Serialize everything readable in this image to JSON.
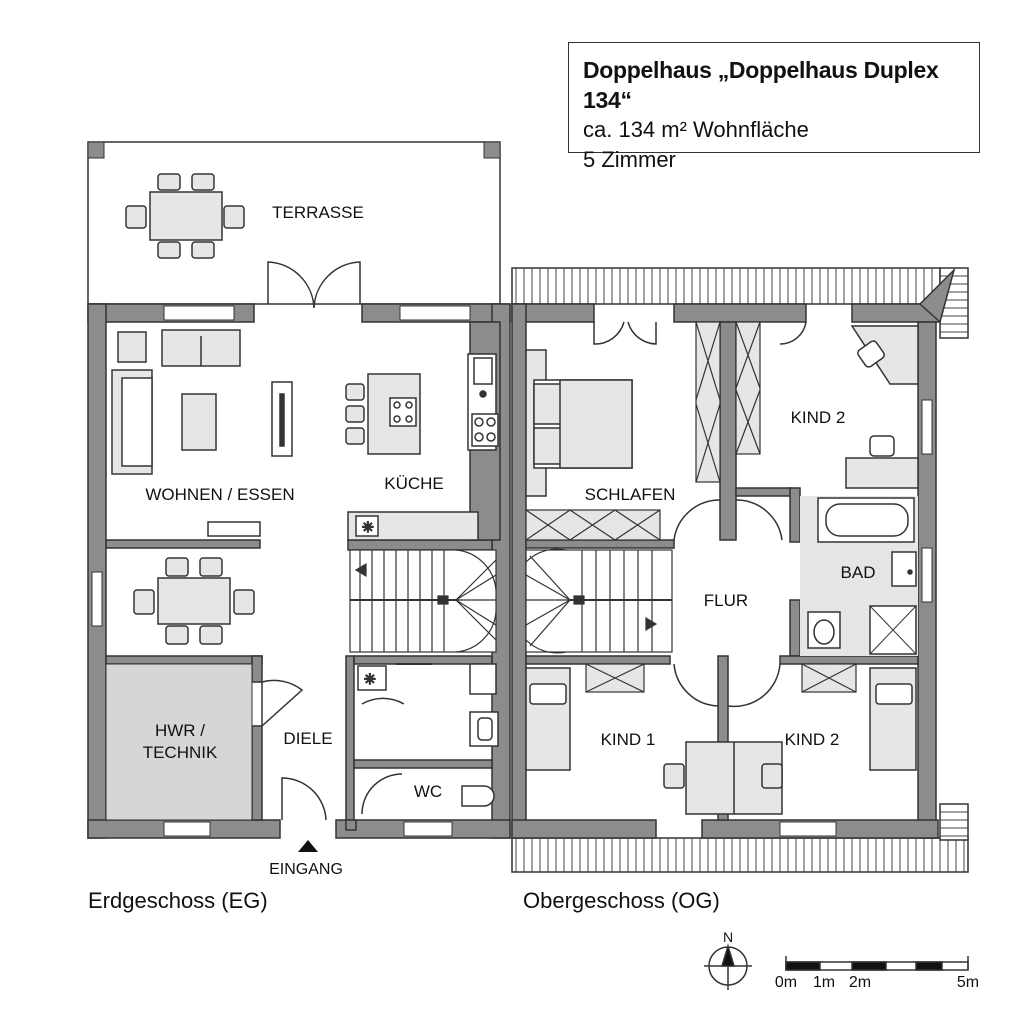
{
  "title": {
    "name": "Doppelhaus „Doppelhaus Duplex 134“",
    "area": "ca. 134 m² Wohnfläche",
    "rooms": "5 Zimmer"
  },
  "floors": {
    "eg": {
      "caption": "Erdgeschoss (EG)",
      "rooms": {
        "terrasse": "TERRASSE",
        "wohnen": "WOHNEN / ESSEN",
        "kueche": "KÜCHE",
        "hwr_1": "HWR /",
        "hwr_2": "TECHNIK",
        "diele": "DIELE",
        "wc": "WC"
      },
      "entrance": "EINGANG"
    },
    "og": {
      "caption": "Obergeschoss (OG)",
      "rooms": {
        "schlafen": "SCHLAFEN",
        "kind2_top": "KIND 2",
        "bad": "BAD",
        "flur": "FLUR",
        "kind1": "KIND 1",
        "kind2_bottom": "KIND 2"
      }
    }
  },
  "compass": {
    "north": "N"
  },
  "scale": {
    "ticks": [
      "0m",
      "1m",
      "2m",
      "5m"
    ]
  },
  "colors": {
    "wall": "#8c8c8c",
    "room_gray": "#e6e6e6",
    "hwr": "#d6d6d6",
    "line": "#333333"
  }
}
